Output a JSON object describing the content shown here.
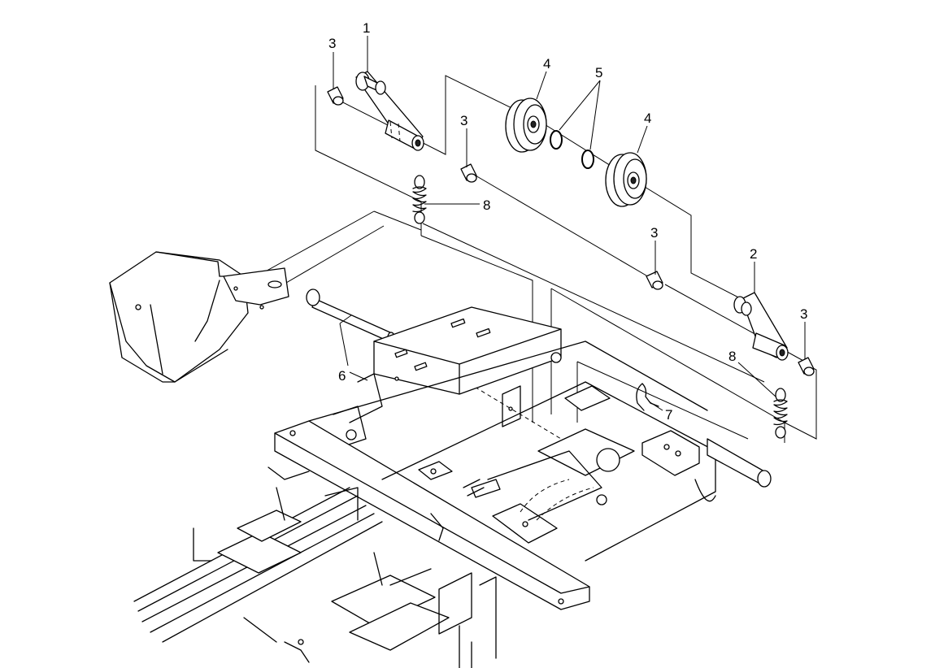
{
  "callouts": [
    {
      "id": "c1",
      "text": "1"
    },
    {
      "id": "c2",
      "text": "2"
    },
    {
      "id": "c3a",
      "text": "3"
    },
    {
      "id": "c3b",
      "text": "3"
    },
    {
      "id": "c3c",
      "text": "3"
    },
    {
      "id": "c3d",
      "text": "3"
    },
    {
      "id": "c4a",
      "text": "4"
    },
    {
      "id": "c4b",
      "text": "4"
    },
    {
      "id": "c5",
      "text": "5"
    },
    {
      "id": "c6",
      "text": "6"
    },
    {
      "id": "c7",
      "text": "7"
    },
    {
      "id": "c8a",
      "text": "8"
    },
    {
      "id": "c8b",
      "text": "8"
    }
  ]
}
